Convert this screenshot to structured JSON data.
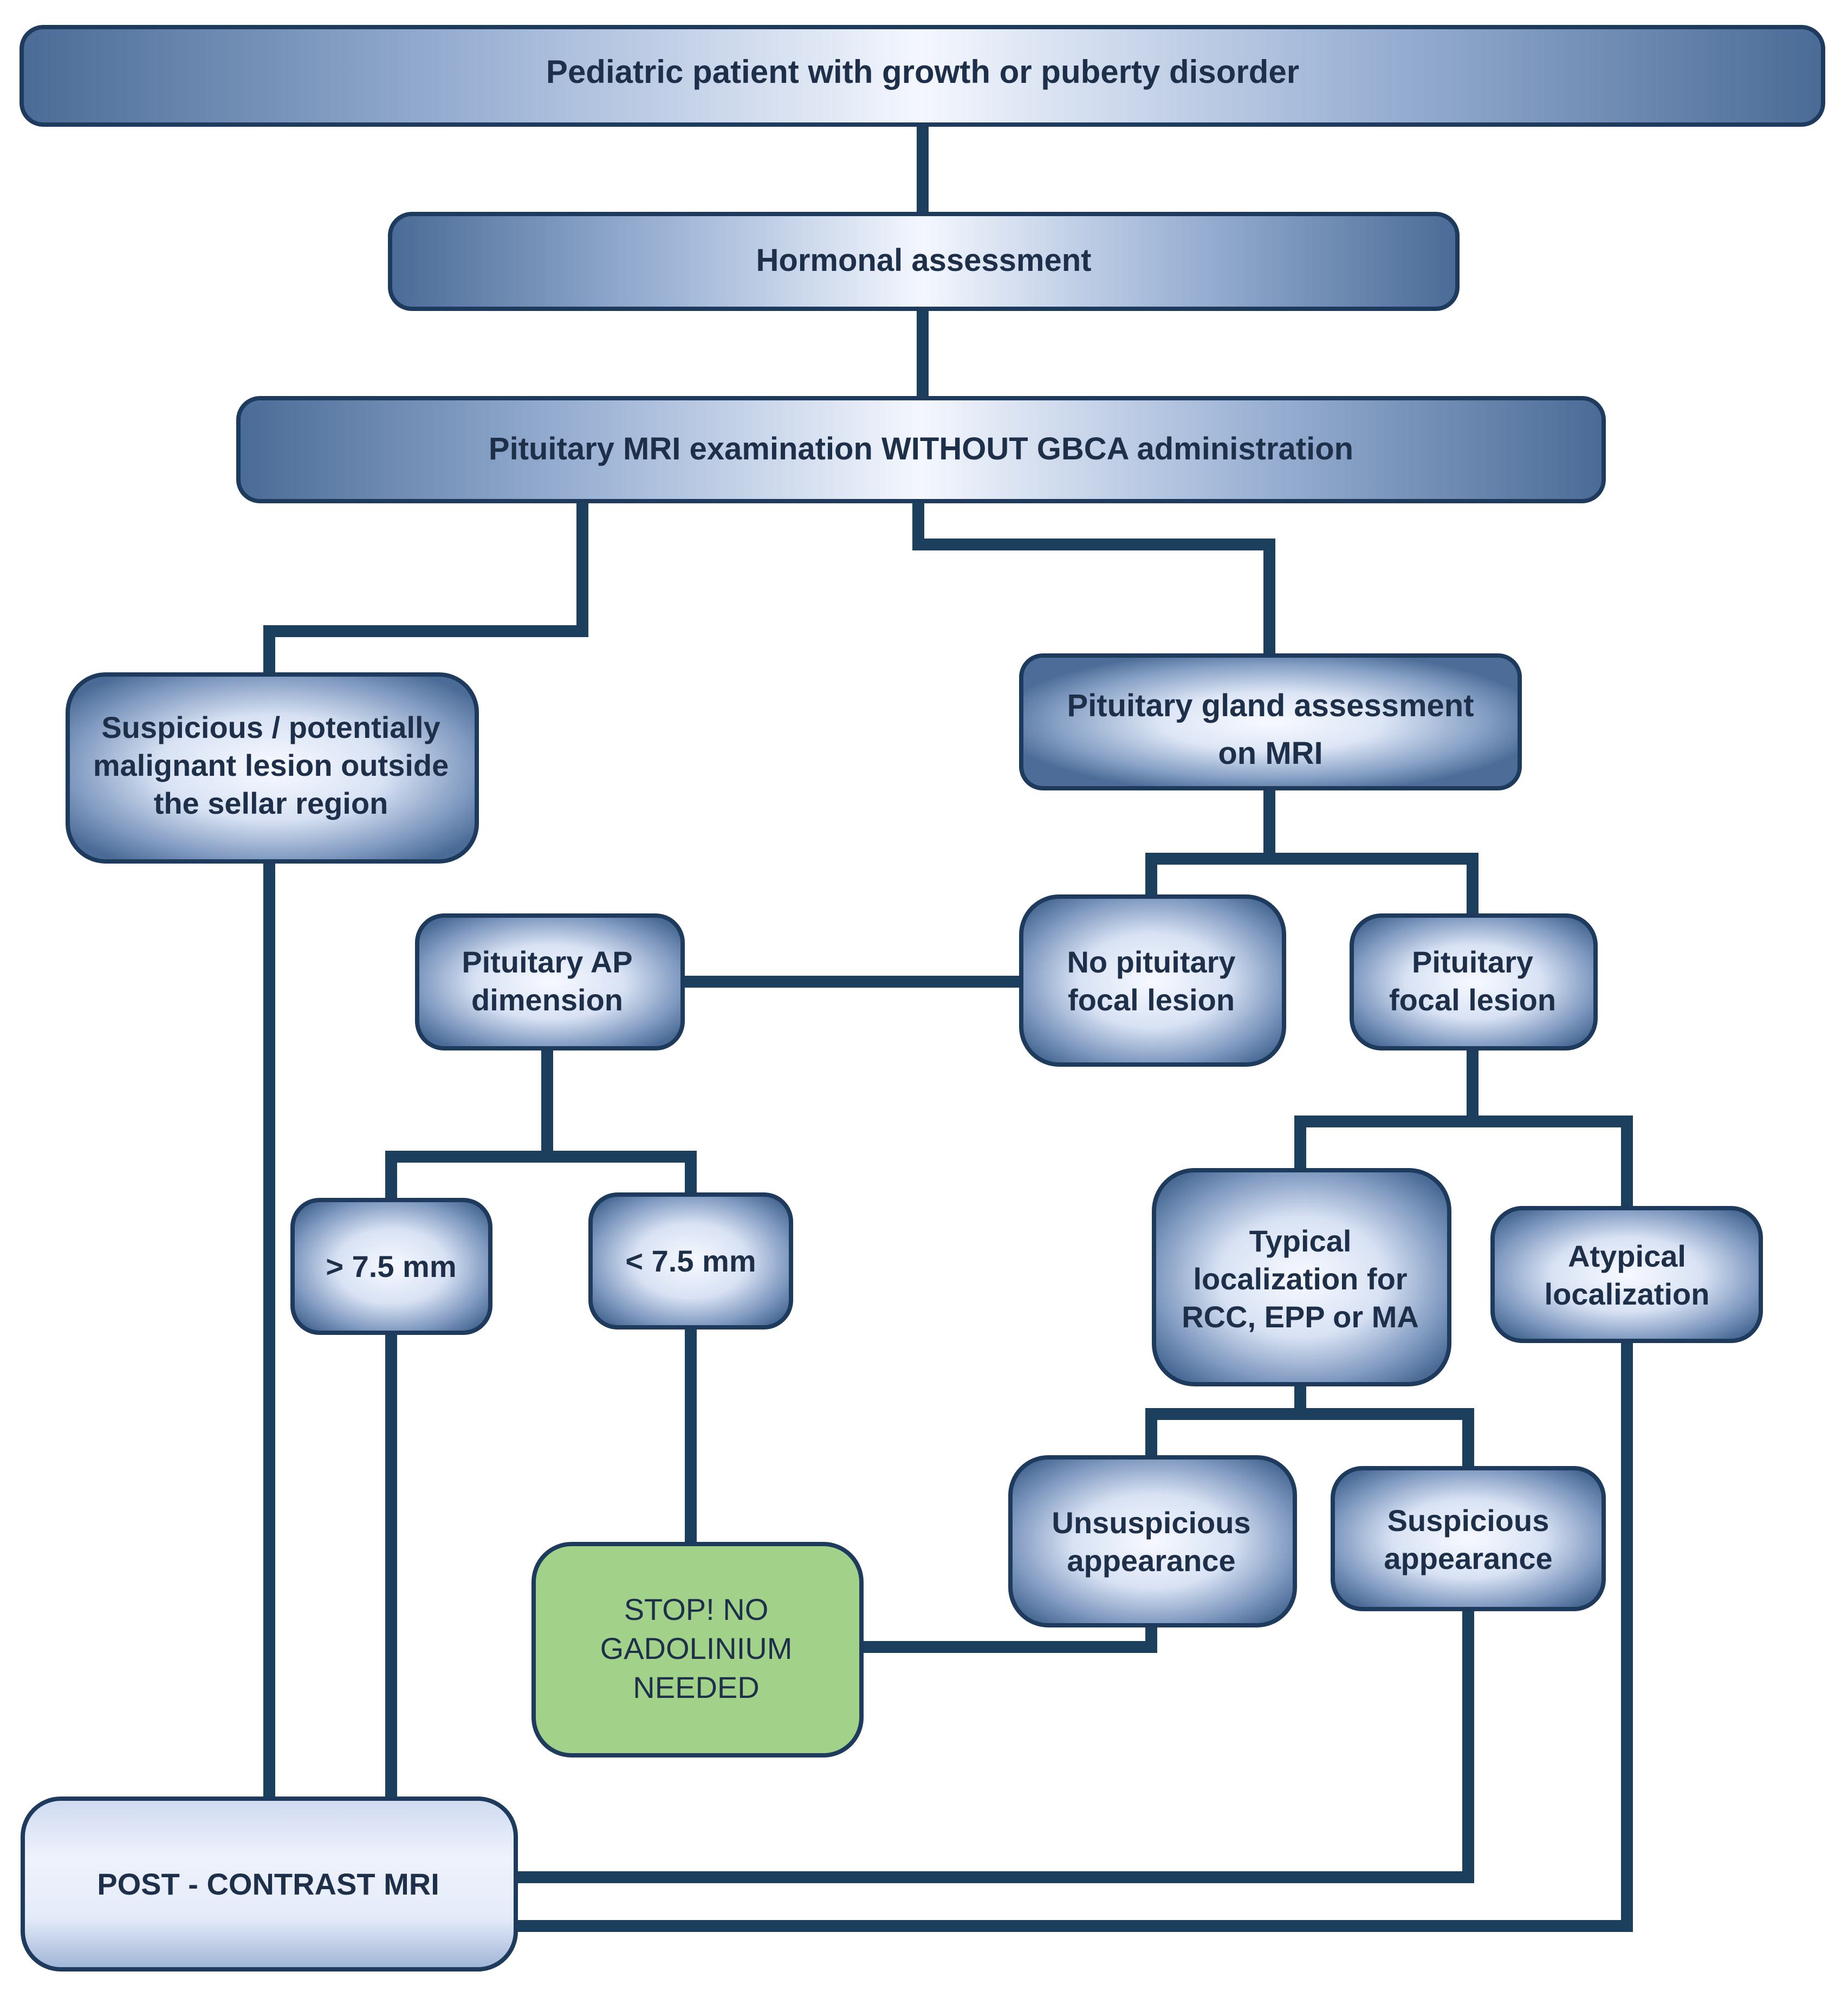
{
  "colors": {
    "box_edge": "#486a95",
    "box_center": "#f6f8fe",
    "box_border": "#1e3a5c",
    "stop_fill": "#a2d18a",
    "connector": "#1b3f5c",
    "text": "#1e2f4a"
  },
  "nodes": {
    "root": {
      "lines": [
        "Pediatric patient with growth or puberty disorder"
      ]
    },
    "hormonal": {
      "lines": [
        "Hormonal assessment"
      ]
    },
    "mri_without": {
      "lines": [
        "Pituitary MRI examination WITHOUT GBCA administration"
      ]
    },
    "suspicious_outside": {
      "lines": [
        "Suspicious / potentially",
        "malignant lesion outside",
        "the sellar region"
      ]
    },
    "gland_assessment": {
      "lines": [
        "Pituitary gland assessment",
        "on MRI"
      ]
    },
    "ap_dimension": {
      "lines": [
        "Pituitary AP",
        "dimension"
      ]
    },
    "no_focal": {
      "lines": [
        "No pituitary",
        "focal lesion"
      ]
    },
    "focal": {
      "lines": [
        "Pituitary",
        "focal lesion"
      ]
    },
    "gt75": {
      "lines": [
        "> 7.5 mm"
      ]
    },
    "lt75": {
      "lines": [
        "< 7.5 mm"
      ]
    },
    "typical": {
      "lines": [
        "Typical",
        "localization for",
        "RCC, EPP or MA"
      ]
    },
    "atypical": {
      "lines": [
        "Atypical",
        "localization"
      ]
    },
    "unsuspicious": {
      "lines": [
        "Unsuspicious",
        "appearance"
      ]
    },
    "suspicious_app": {
      "lines": [
        "Suspicious",
        "appearance"
      ]
    },
    "stop": {
      "lines": [
        "STOP! NO",
        "GADOLINIUM",
        "NEEDED"
      ]
    },
    "post_contrast": {
      "lines": [
        "POST - CONTRAST MRI"
      ]
    }
  }
}
